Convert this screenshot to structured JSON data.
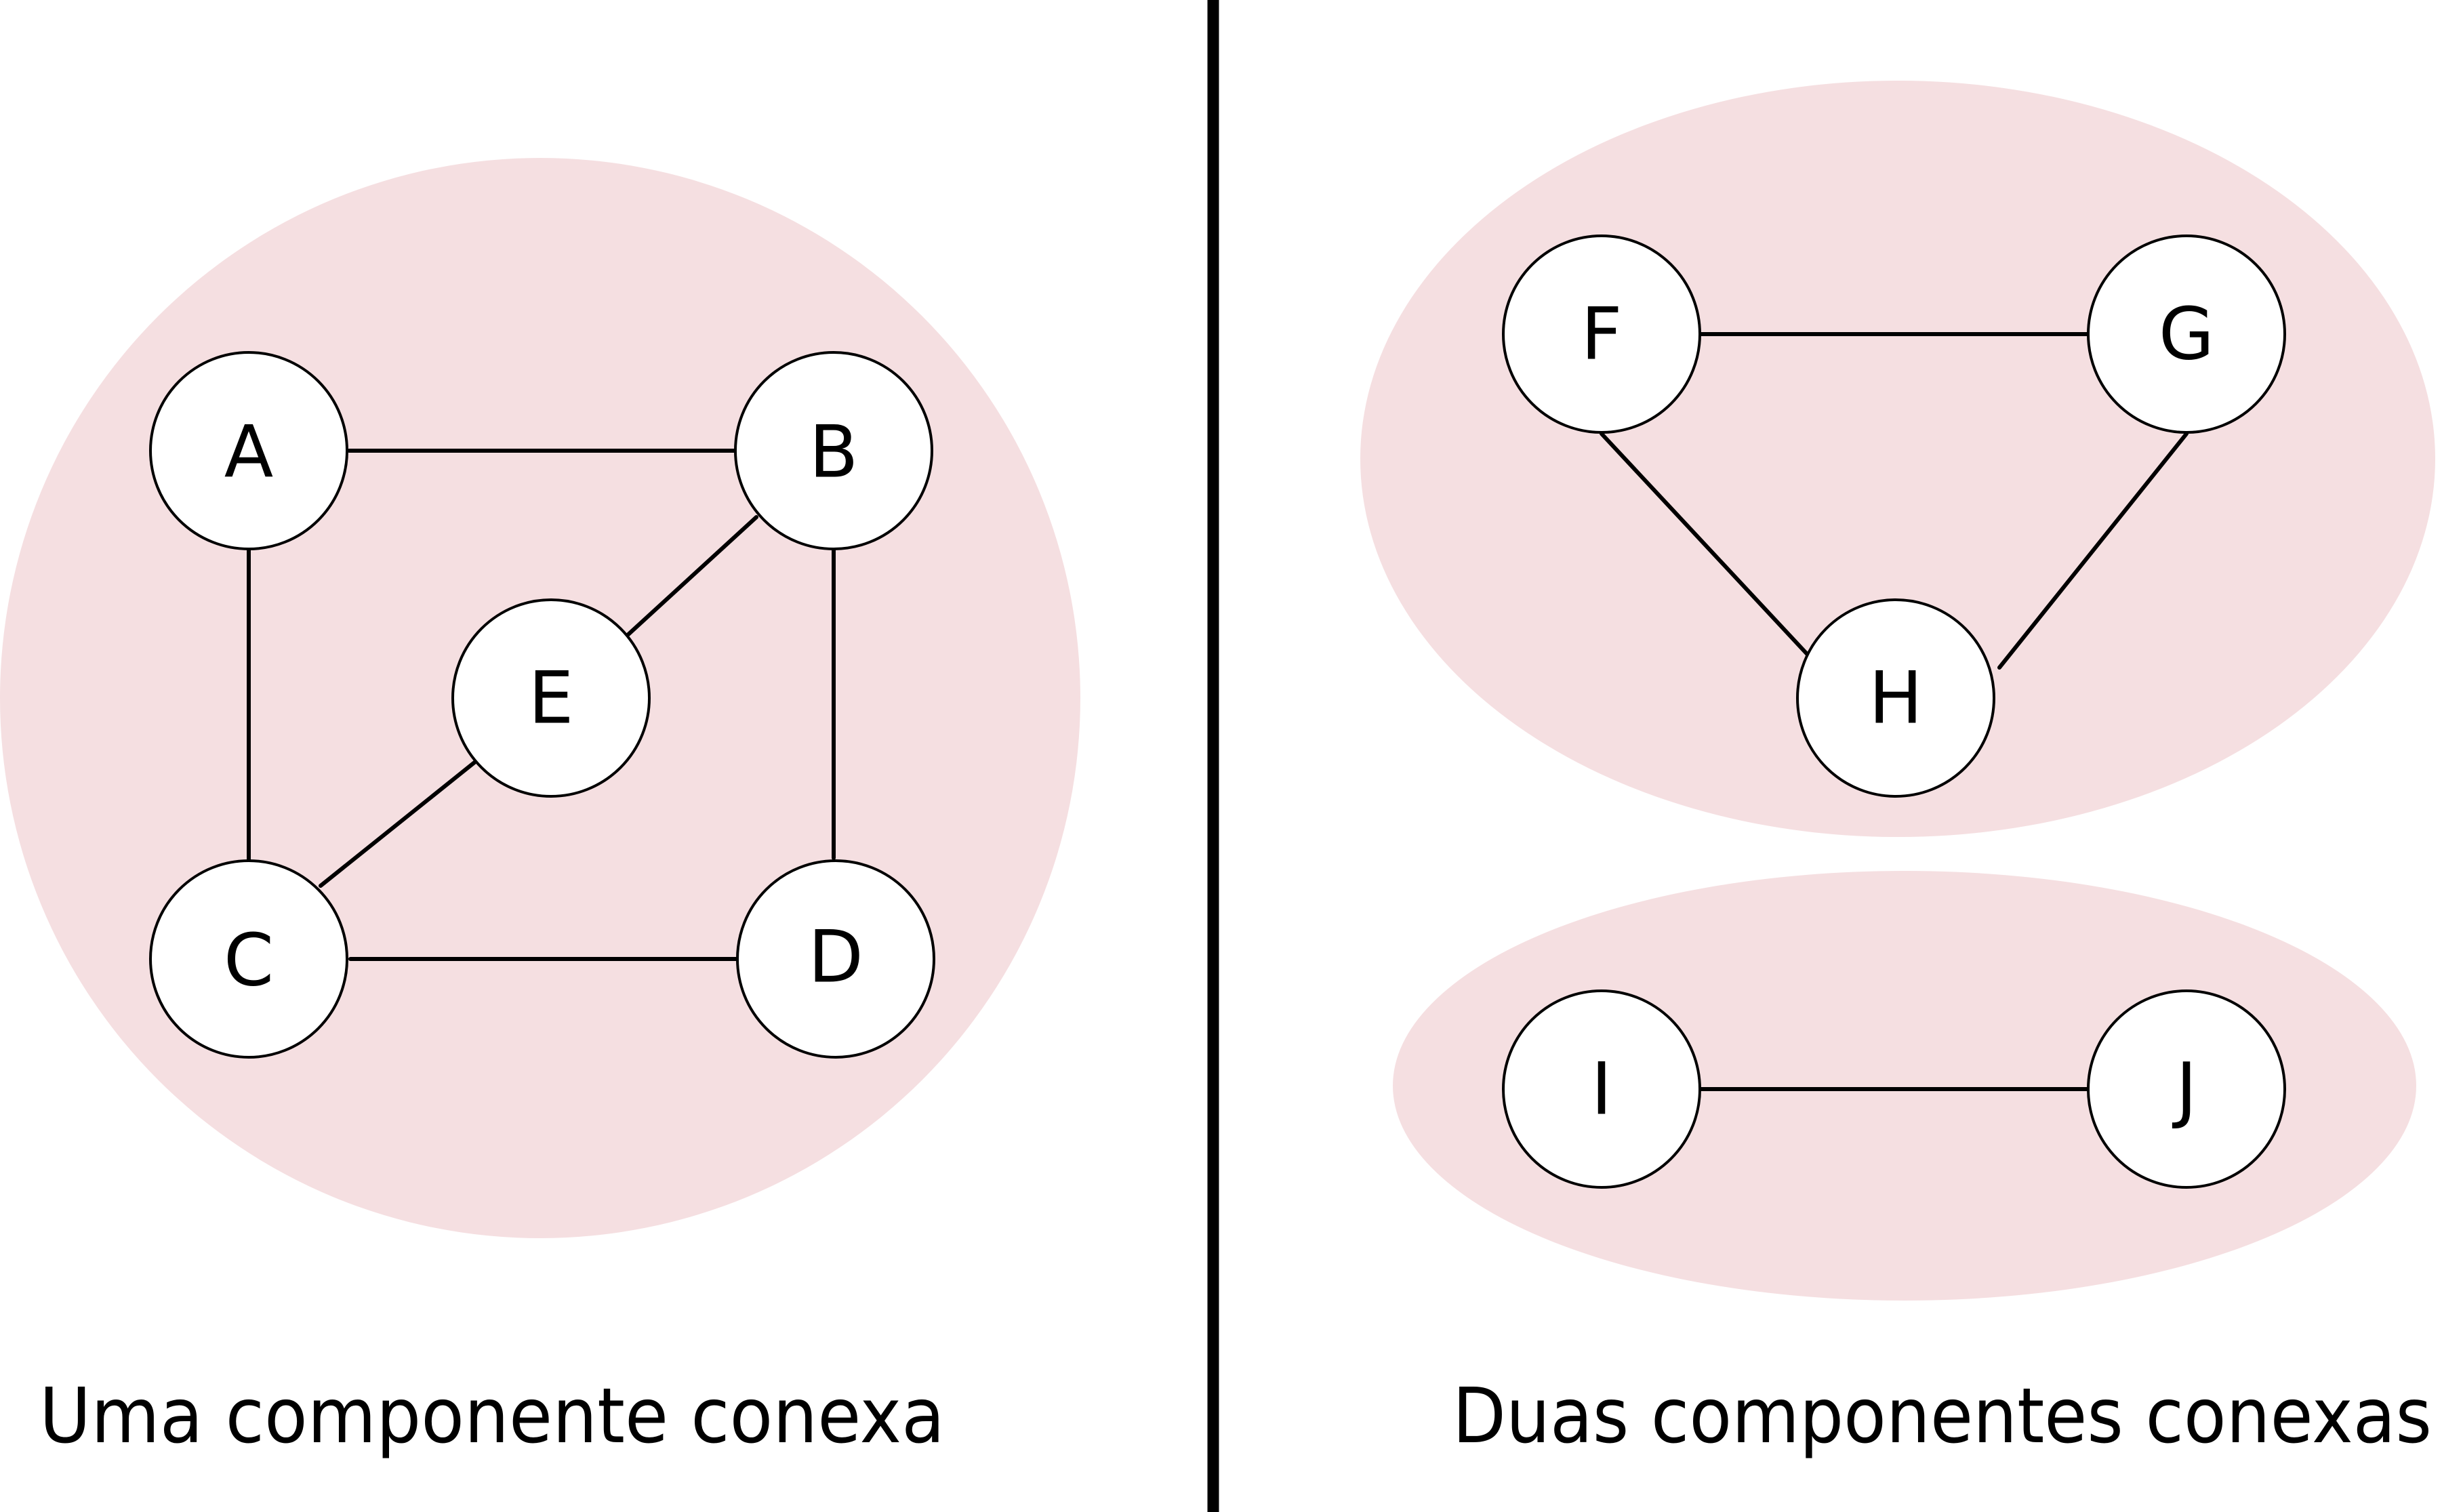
{
  "left_panel": {
    "caption": "Uma componente conexa",
    "nodes": {
      "A": "A",
      "B": "B",
      "C": "C",
      "D": "D",
      "E": "E"
    },
    "edges": [
      [
        "A",
        "B"
      ],
      [
        "A",
        "C"
      ],
      [
        "B",
        "D"
      ],
      [
        "C",
        "D"
      ],
      [
        "B",
        "E"
      ],
      [
        "C",
        "E"
      ]
    ]
  },
  "right_panel": {
    "caption": "Duas componentes conexas",
    "nodes": {
      "F": "F",
      "G": "G",
      "H": "H",
      "I": "I",
      "J": "J"
    },
    "edges": [
      [
        "F",
        "G"
      ],
      [
        "F",
        "H"
      ],
      [
        "G",
        "H"
      ],
      [
        "I",
        "J"
      ]
    ]
  },
  "colors": {
    "component_fill": "#f5dfe1",
    "node_fill": "#ffffff",
    "stroke": "#000000"
  }
}
